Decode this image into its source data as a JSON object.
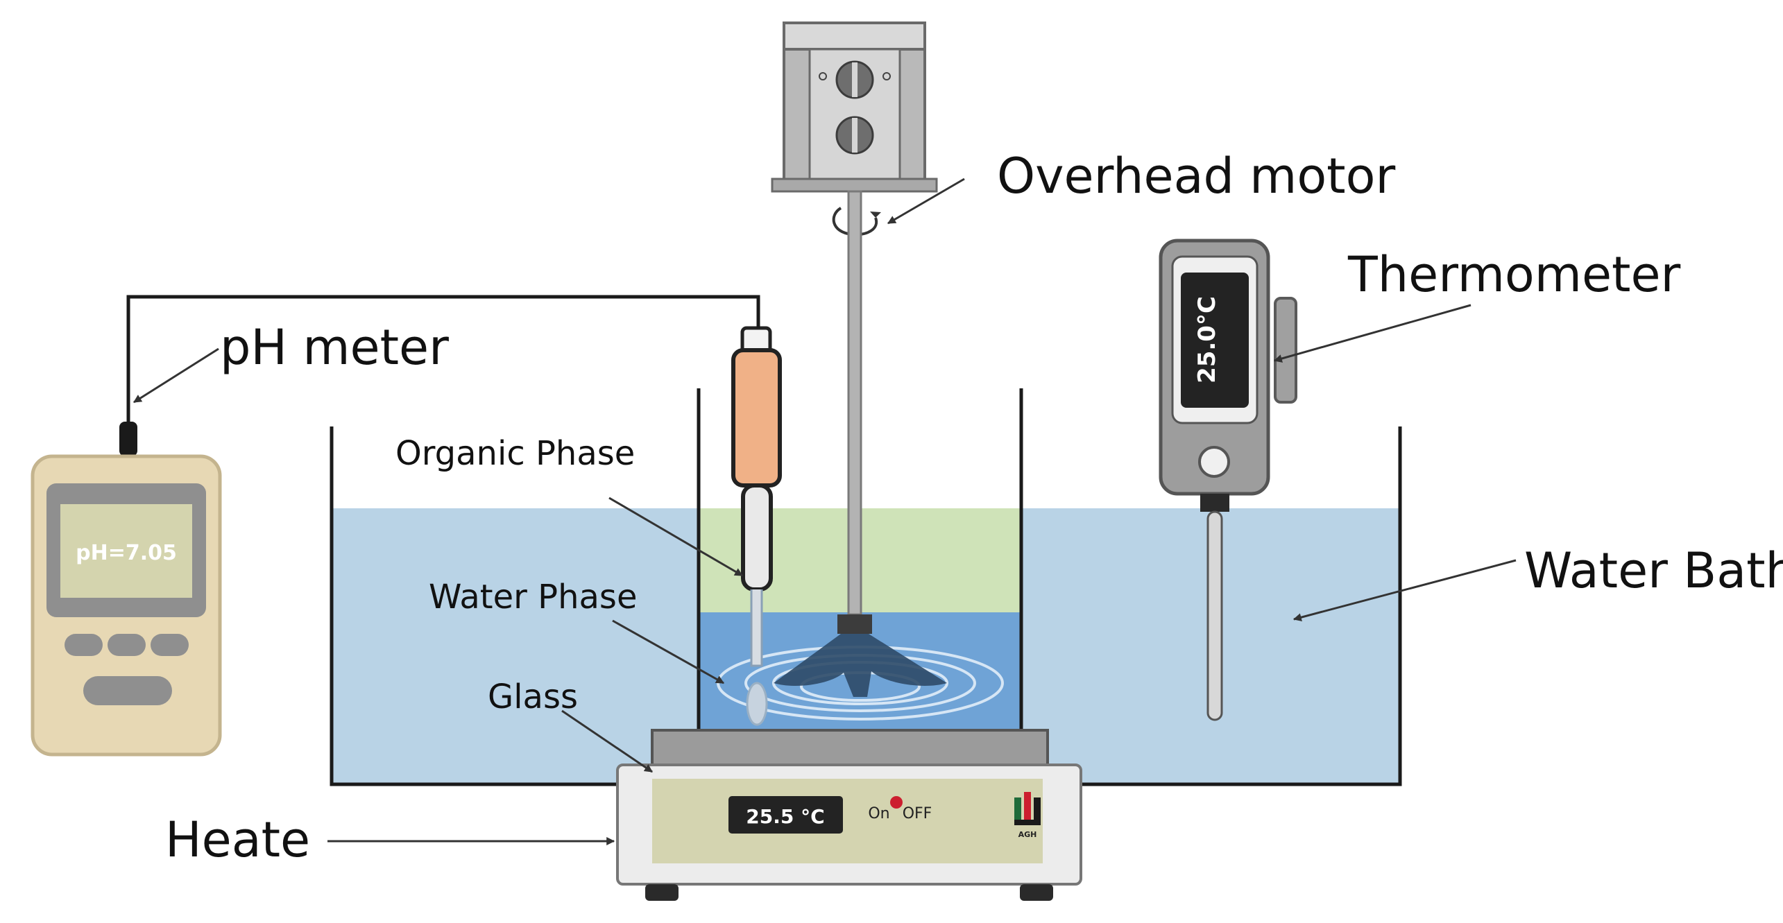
{
  "labels": {
    "overhead_motor": "Overhead motor",
    "thermometer": "Thermometer",
    "ph_meter": "pH meter",
    "organic_phase": "Organic Phase",
    "water_phase": "Water Phase",
    "glass": "Glass",
    "water_bath": "Water Bath",
    "heater": "Heate"
  },
  "displays": {
    "ph_reading": "pH=7.05",
    "thermometer_reading": "25.0°C",
    "heater_reading": "25.5 °C"
  },
  "heater_switch": {
    "on": "On",
    "off": "OFF"
  },
  "logo": {
    "text": "AGH"
  },
  "colors": {
    "water_bath": "#b9d3e6",
    "organic_phase": "#cfe3b8",
    "water_phase": "#6fa3d6",
    "probe_body": "#f0b187",
    "ph_meter_body": "#e7d8b4",
    "heater_panel": "#d4d4b0",
    "display_dark": "#232323",
    "switch_dot": "#cc1f2f"
  }
}
